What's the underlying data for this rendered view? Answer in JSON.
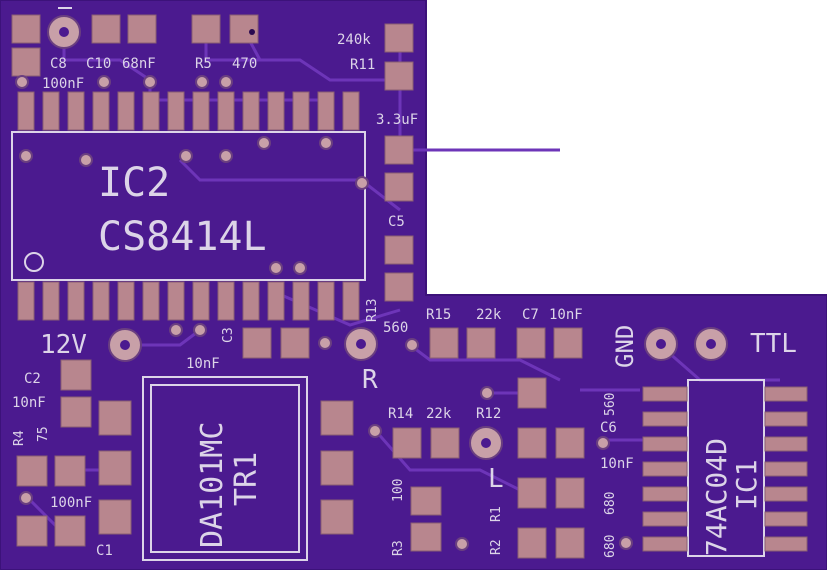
{
  "colors": {
    "board": "#4b1a8f",
    "board_edge": "#3c127a",
    "pad": "#b8868e",
    "silk": "#dcd4e8",
    "trace": "#6d35b8"
  },
  "labels": {
    "c8": "C8",
    "c10": "C10",
    "c10_val": "68nF",
    "r5": "R5",
    "r5_val": "470",
    "c8_val": "100nF",
    "r11_val": "240k",
    "r11": "R11",
    "c5_val": "3.3uF",
    "c5": "C5",
    "ic2_name": "IC2",
    "ic2_part": "CS8414L",
    "r13": "R13",
    "r13_val": "560",
    "r15": "R15",
    "r15_val": "22k",
    "c7": "C7",
    "c7_val": "10nF",
    "gnd": "GND",
    "ttl": "TTL",
    "v12": "12V",
    "c3": "C3",
    "c3_val": "10nF",
    "c2": "C2",
    "c2_val": "10nF",
    "r4": "R4",
    "r4_val": "75",
    "c1_val": "100nF",
    "c1": "C1",
    "tr1_part": "DA101MC",
    "tr1_name": "TR1",
    "r_conn": "R",
    "l_conn": "L",
    "r14": "R14",
    "r14_val": "22k",
    "r12": "R12",
    "r12_val": "560",
    "c6": "C6",
    "c6_val": "10nF",
    "r3_val": "100",
    "r3": "R3",
    "r1": "R1",
    "r2": "R2",
    "r1_val": "680",
    "r2_val": "680",
    "ic1_part": "74AC04D",
    "ic1_name": "IC1"
  }
}
